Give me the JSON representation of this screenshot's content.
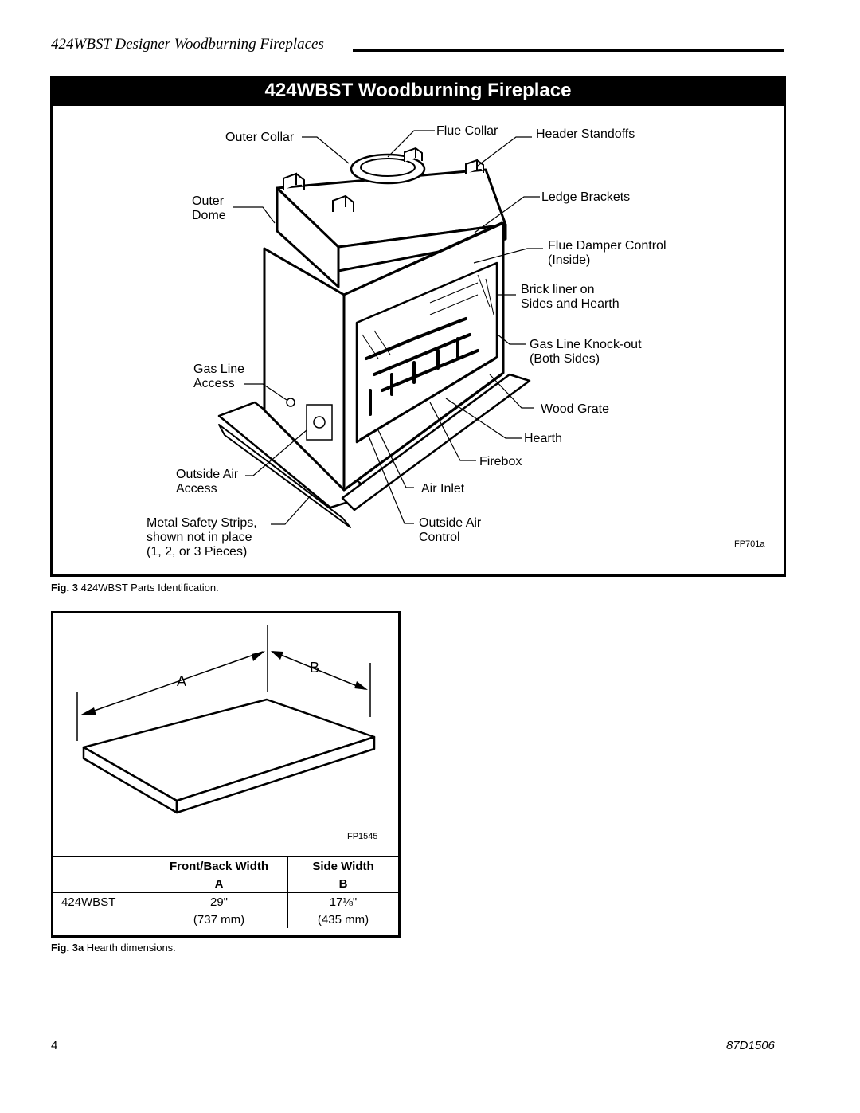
{
  "header": {
    "title": "424WBST Designer Woodburning Fireplaces"
  },
  "fig3": {
    "banner": "424WBST Woodburning Fireplace",
    "labels": {
      "outer_collar": "Outer Collar",
      "flue_collar": "Flue Collar",
      "header_standoffs": "Header Standoffs",
      "outer_dome": "Outer\nDome",
      "ledge_brackets": "Ledge Brackets",
      "flue_damper": "Flue Damper Control\n(Inside)",
      "brick_liner": "Brick liner on\nSides and Hearth",
      "gas_knockout": "Gas Line Knock-out\n(Both Sides)",
      "gas_access": "Gas Line\nAccess",
      "wood_grate": "Wood Grate",
      "hearth": "Hearth",
      "firebox": "Firebox",
      "outside_air_access": "Outside Air\nAccess",
      "air_inlet": "Air Inlet",
      "metal_strips": "Metal Safety Strips,\nshown not in place\n(1, 2, or 3 Pieces)",
      "outside_air_control": "Outside Air\nControl"
    },
    "figure_id": "FP701a",
    "caption_num": "Fig. 3",
    "caption_text": " 424WBST Parts Identification."
  },
  "fig3a": {
    "label_a": "A",
    "label_b": "B",
    "figure_id": "FP1545",
    "table": {
      "headers": [
        "",
        "Front/Back Width",
        "Side Width"
      ],
      "subheaders": [
        "",
        "A",
        "B"
      ],
      "rows": [
        {
          "model": "424WBST",
          "a": "29\"",
          "b": "17⅛\""
        },
        {
          "model": "",
          "a": "(737 mm)",
          "b": "(435 mm)"
        }
      ]
    },
    "caption_num": "Fig. 3a",
    "caption_text": " Hearth dimensions."
  },
  "footer": {
    "page_number": "4",
    "doc_id": "87D1506"
  }
}
